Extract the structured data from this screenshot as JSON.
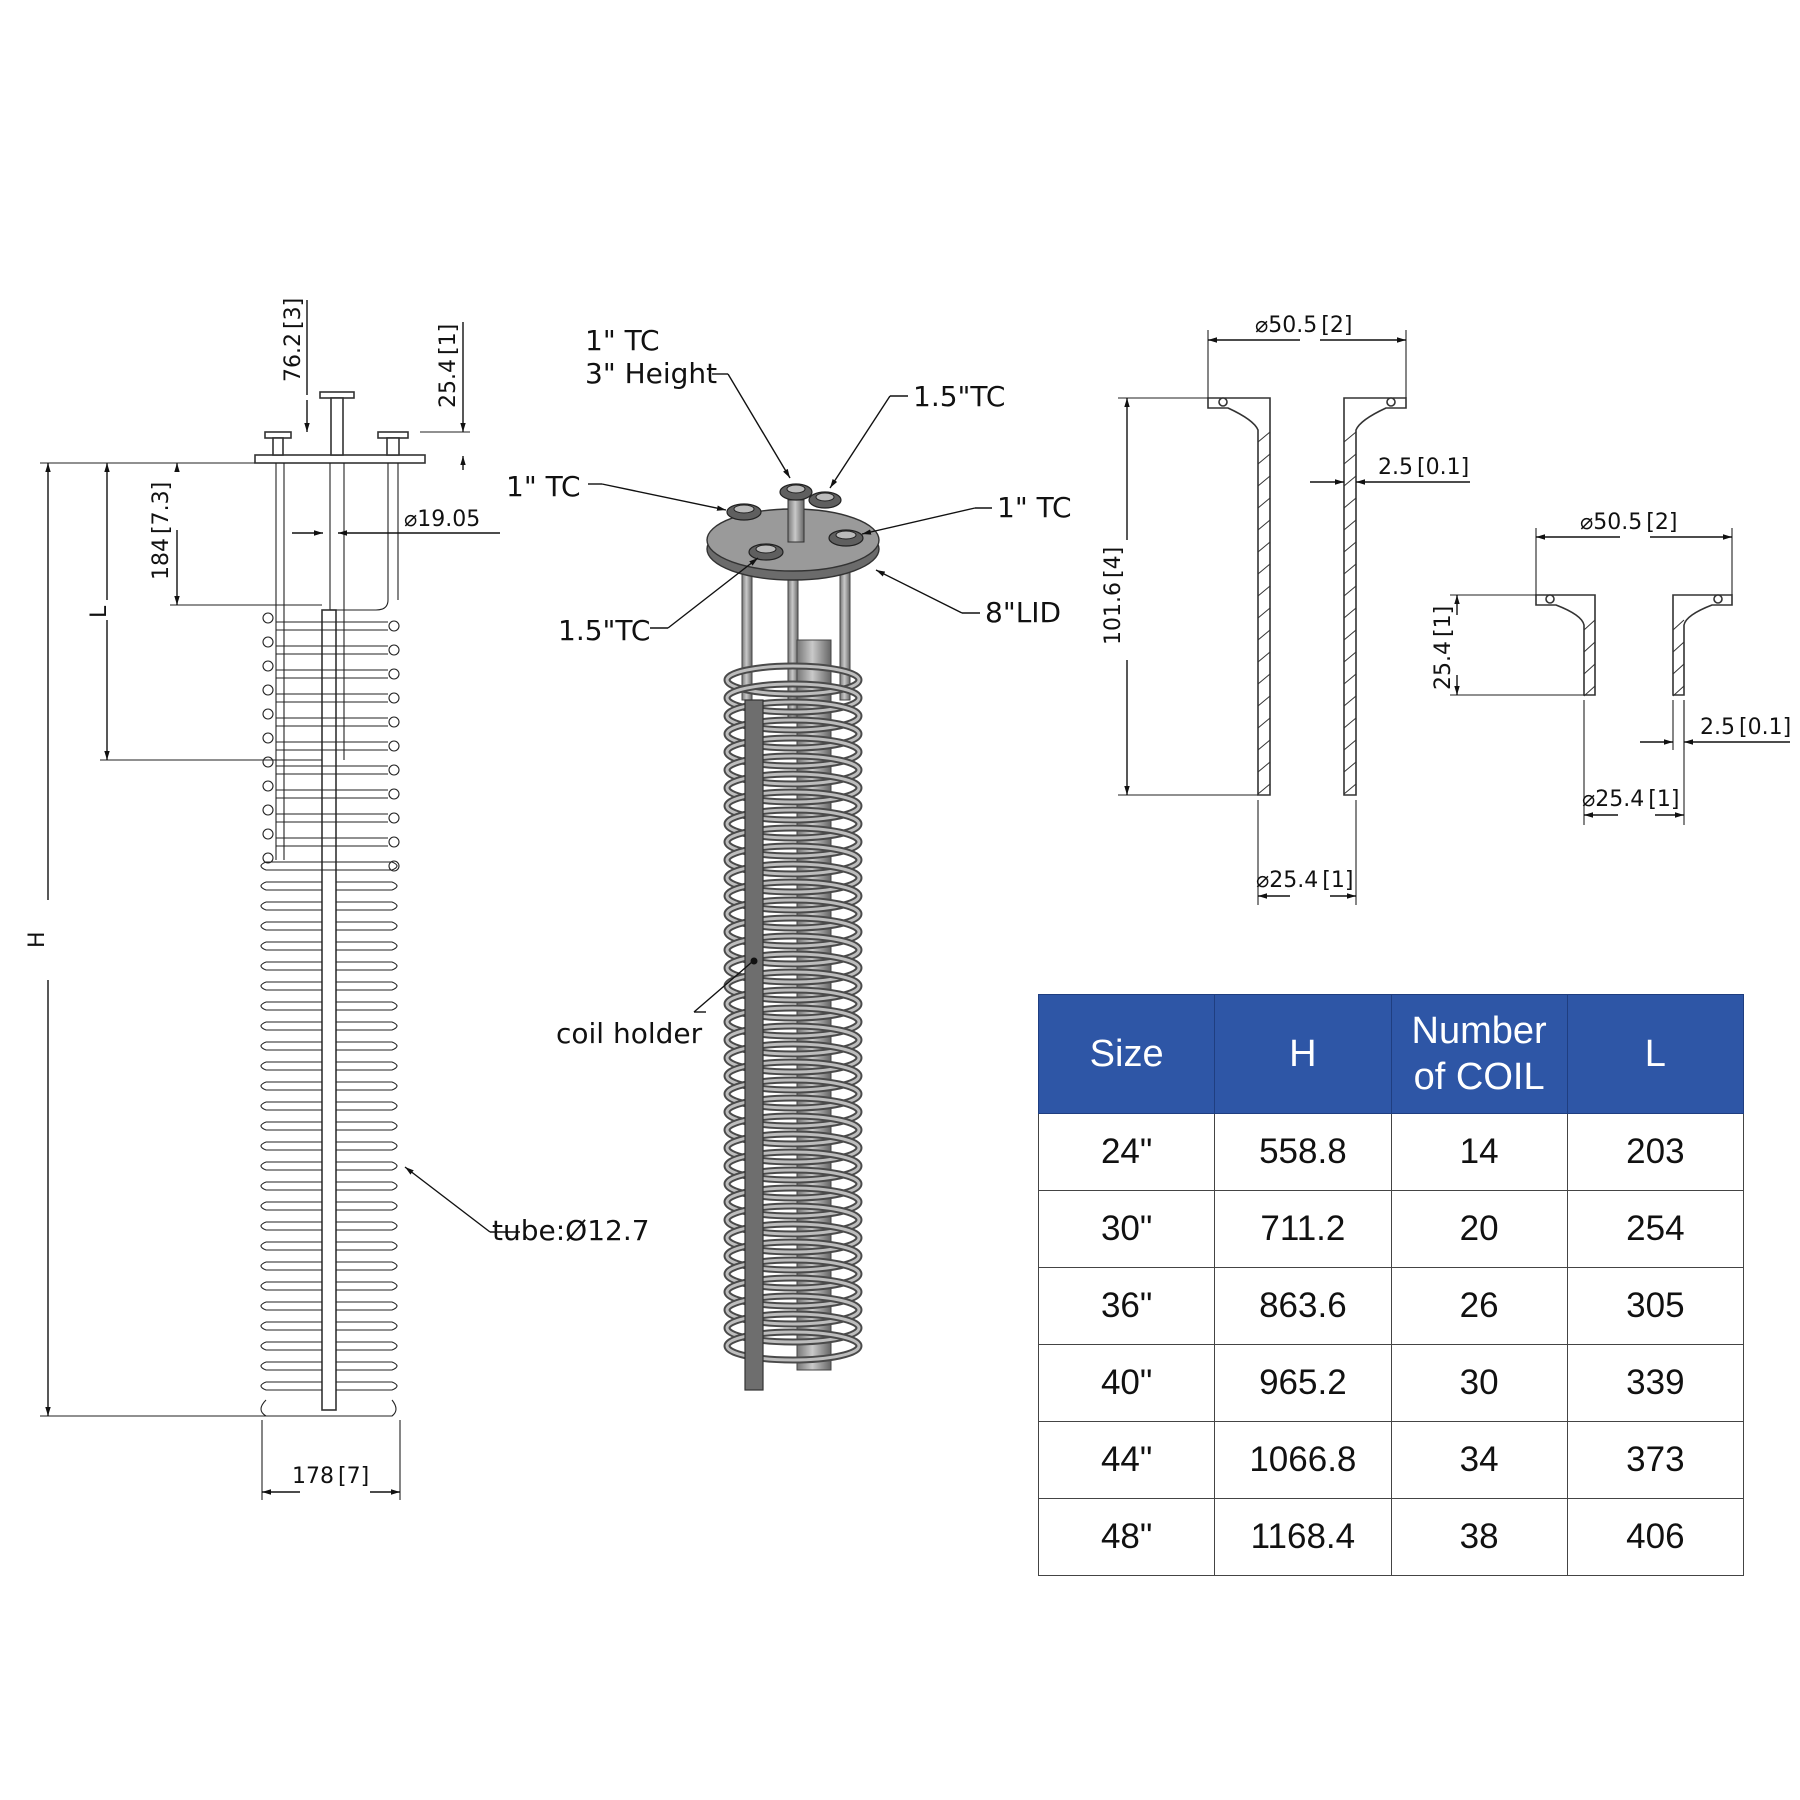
{
  "left_view": {
    "dims": {
      "d76": "76.2",
      "d76_in": "3",
      "d25": "25.4",
      "d25_in": "1",
      "d184": "184",
      "d184_in": "7.3",
      "d19": "19.05",
      "L": "L",
      "H": "H",
      "d178": "178",
      "d178_in": "7"
    },
    "tube_label": "tube:Ø12.7"
  },
  "iso_view": {
    "labels": {
      "tc1_top_a": "1\" TC",
      "tc1_top_b": "3\" Height",
      "tc15_right": "1.5\"TC",
      "tc1_left": "1\" TC",
      "tc1_right": "1\" TC",
      "tc15_left": "1.5\"TC",
      "lid": "8\"LID",
      "coil_holder": "coil holder"
    }
  },
  "ferrule_long": {
    "dia_top": "50.5",
    "dia_top_in": "2",
    "wall": "2.5",
    "wall_in": "0.1",
    "height": "101.6",
    "height_in": "4",
    "dia_bottom": "25.4",
    "dia_bottom_in": "1"
  },
  "ferrule_short": {
    "dia_top": "50.5",
    "dia_top_in": "2",
    "height": "25.4",
    "height_in": "1",
    "wall": "2.5",
    "wall_in": "0.1",
    "dia_bottom": "25.4",
    "dia_bottom_in": "1"
  },
  "spec_table": {
    "headers": {
      "size": "Size",
      "h": "H",
      "coil_a": "Number",
      "coil_b": "of COIL",
      "l": "L"
    },
    "rows": [
      {
        "size": "24\"",
        "h": "558.8",
        "coil": "14",
        "l": "203"
      },
      {
        "size": "30\"",
        "h": "711.2",
        "coil": "20",
        "l": "254"
      },
      {
        "size": "36\"",
        "h": "863.6",
        "coil": "26",
        "l": "305"
      },
      {
        "size": "40\"",
        "h": "965.2",
        "coil": "30",
        "l": "339"
      },
      {
        "size": "44\"",
        "h": "1066.8",
        "coil": "34",
        "l": "373"
      },
      {
        "size": "48\"",
        "h": "1168.4",
        "coil": "38",
        "l": "406"
      }
    ]
  }
}
